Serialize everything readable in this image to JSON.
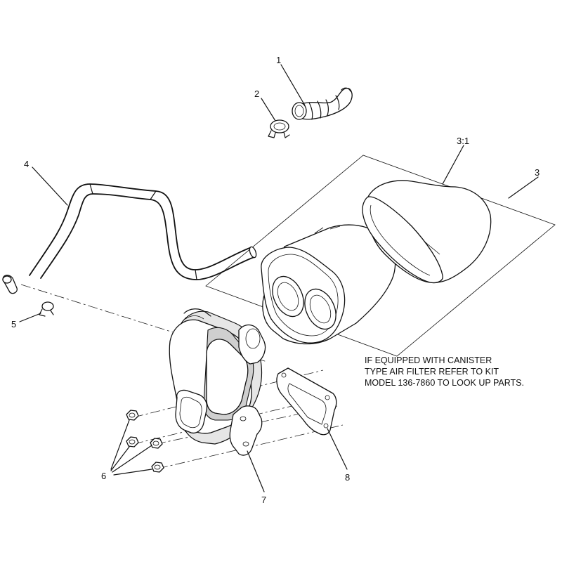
{
  "diagram": {
    "callouts": {
      "c1": "1",
      "c2": "2",
      "c3_1": "3:1",
      "c3": "3",
      "c4": "4",
      "c5": "5",
      "c6": "6",
      "c7": "7",
      "c8": "8"
    },
    "note": {
      "line1": "IF EQUIPPED WITH CANISTER",
      "line2": "TYPE AIR FILTER REFER TO KIT",
      "line3": "MODEL 136-7860 TO LOOK UP PARTS."
    }
  }
}
